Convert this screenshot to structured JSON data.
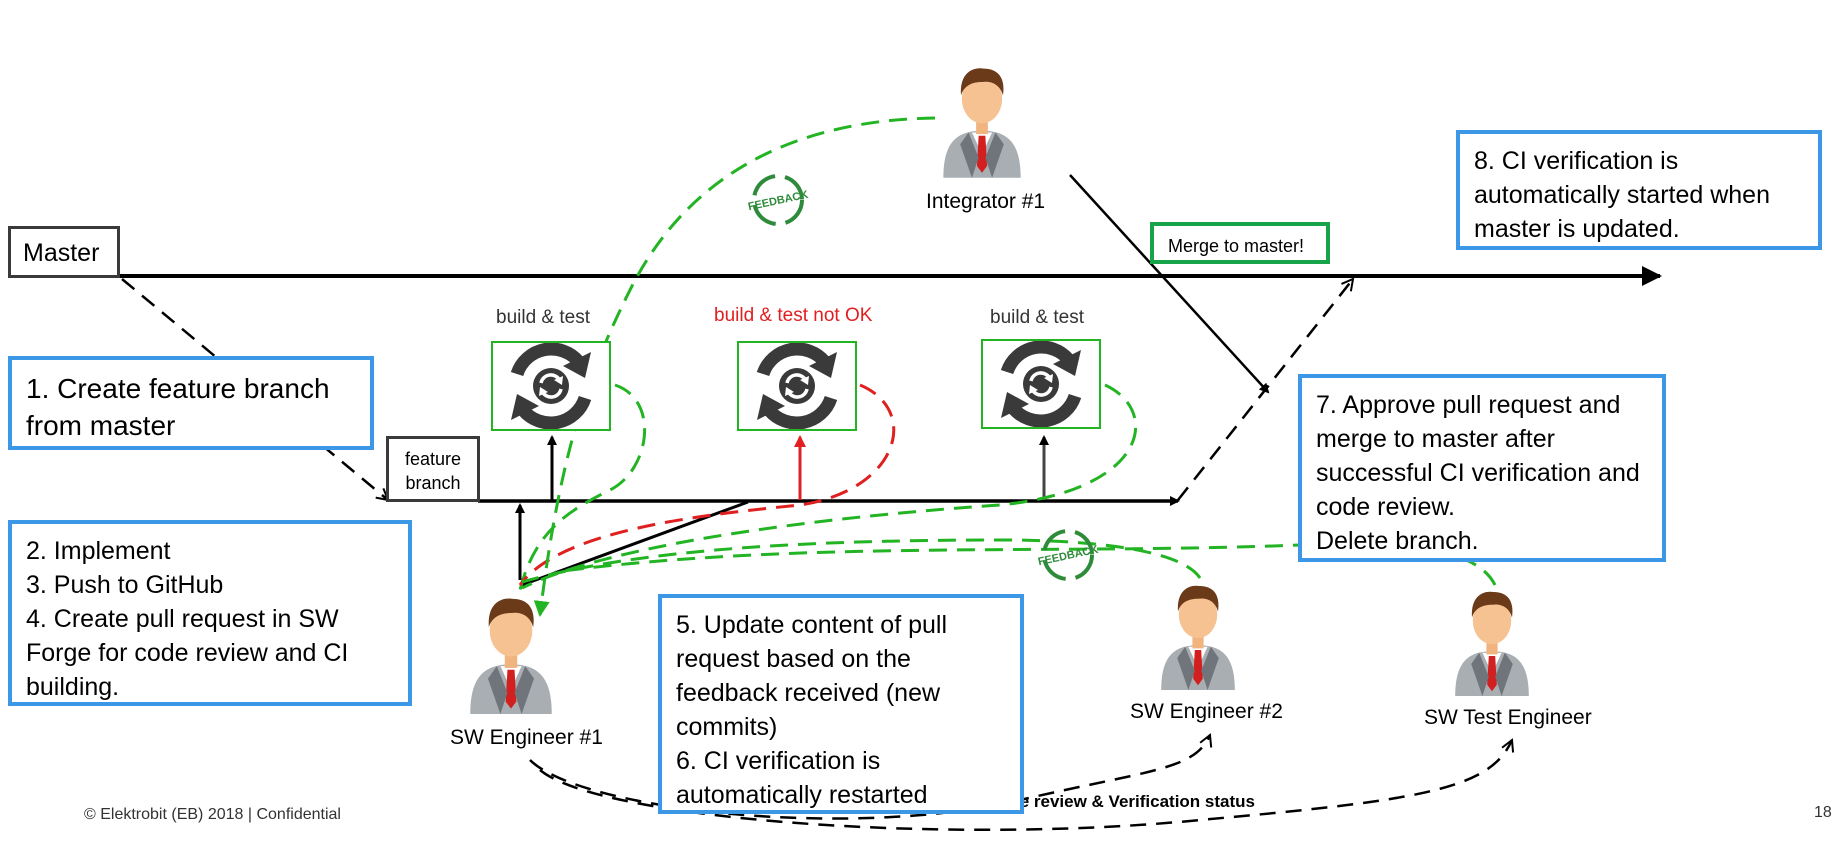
{
  "master": {
    "label": "Master"
  },
  "feature": {
    "line1": "feature",
    "line2": "branch"
  },
  "merge": {
    "label": "Merge to master!"
  },
  "integrator": {
    "name": "Integrator #1"
  },
  "engineers": {
    "eng1": "SW Engineer #1",
    "eng2": "SW Engineer #2",
    "tester": "SW Test Engineer"
  },
  "ci": [
    {
      "label": "build & test",
      "status": "ok"
    },
    {
      "label": "build & test not OK",
      "status": "fail"
    },
    {
      "label": "build & test",
      "status": "ok"
    }
  ],
  "steps": {
    "s1": [
      "1. Create feature branch",
      "from master"
    ],
    "s2": [
      "2. Implement",
      "3. Push to GitHub",
      "4. Create pull request in SW",
      "Forge for code review and CI",
      "building."
    ],
    "s5": [
      "5. Update content of pull",
      "request based on the",
      "feedback received (new",
      "commits)",
      "6. CI verification is",
      "automatically restarted"
    ],
    "s7": [
      "7. Approve pull request and",
      "merge to master after",
      "successful CI verification and",
      "code review.",
      "Delete branch."
    ],
    "s8": [
      "8. CI verification is",
      "automatically started when",
      "master is updated."
    ]
  },
  "feedback_badge": "FEEDBACK",
  "review_label": "le review & Verification status",
  "footer": {
    "copyright": "© Elektrobit (EB) 2018 | Confidential",
    "page": "18"
  },
  "colors": {
    "step_border": "#3c98e6",
    "ok": "#22b422",
    "fail": "#e02020",
    "merge_border": "#16a34a"
  }
}
